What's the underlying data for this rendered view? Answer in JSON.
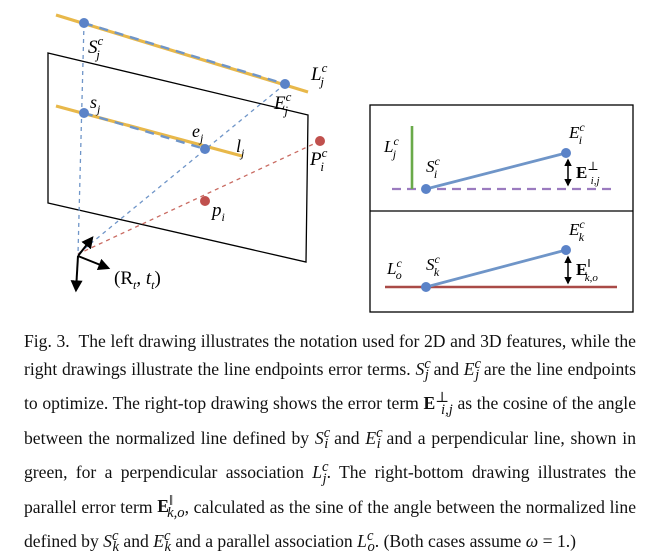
{
  "figure": {
    "left": {
      "S_base": "S",
      "S_sup": "c",
      "S_sub": "j",
      "L_base": "L",
      "L_sup": "c",
      "L_sub": "j",
      "E_base": "E",
      "E_sup": "c",
      "E_sub": "j",
      "s_base": "s",
      "s_sub": "j",
      "e_base": "e",
      "e_sub": "j",
      "l_base": "l",
      "l_sub": "j",
      "P_base": "P",
      "P_sup": "c",
      "P_sub": "i",
      "p_base": "p",
      "p_sub": "i",
      "pose_label": "(R",
      "pose_t": "t",
      "pose_sub": "t",
      "pose_close": ")"
    },
    "right_top": {
      "L_base": "L",
      "L_sup": "c",
      "L_sub": "j",
      "S_base": "S",
      "S_sup": "c",
      "S_sub": "i",
      "E_base": "E",
      "E_sup": "c",
      "E_sub": "i",
      "err_base": "E",
      "err_sup": "⊥",
      "err_sub": "i,j"
    },
    "right_bottom": {
      "L_base": "L",
      "L_sup": "c",
      "L_sub": "o",
      "S_base": "S",
      "S_sup": "c",
      "S_sub": "k",
      "E_base": "E",
      "E_sup": "c",
      "E_sub": "k",
      "err_base": "E",
      "err_sup": "‖",
      "err_sub": "k,o"
    },
    "colors": {
      "yellow": "#e8b84a",
      "blue_dash": "#6f95c8",
      "blue_point": "#5b83c8",
      "red_point": "#c0504d",
      "red_dash": "#c96b62",
      "green": "#6aaa4a",
      "purple_dash": "#9b7bbf",
      "red_line": "#a94a47"
    }
  },
  "caption": {
    "fig_label": "Fig. 3.",
    "t1": "The left drawing illustrates the notation used for 2D and 3D features, while the right drawings illustrate the line endpoints error terms.",
    "t2": "and",
    "t3": "are the line endpoints to optimize. The right-top drawing shows the error term",
    "t4": "as the cosine of the angle between the normalized line defined by",
    "t5": "and",
    "t6": "and a perpendicular line, shown in green, for a perpendicular association",
    "t7": ". The right-bottom drawing illustrates the parallel error term",
    "t8": ", calculated as the sine of the angle between the normalized line defined by",
    "t9": "and",
    "t10": "and a parallel association",
    "t11": ". (Both cases assume",
    "t12": "= 1.)",
    "omega": "ω",
    "S": "S",
    "E": "E",
    "L": "L",
    "c": "c",
    "j": "j",
    "k": "k",
    "o": "o",
    "perp": "⊥",
    "par": "‖",
    "ij": "i,j",
    "ko": "k,o"
  }
}
